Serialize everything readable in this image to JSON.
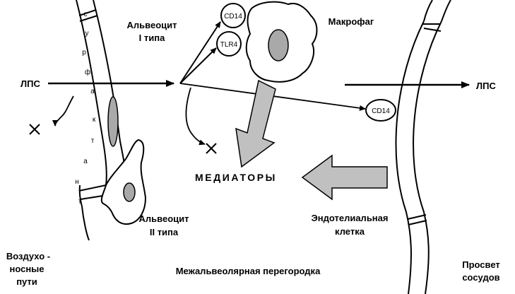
{
  "labels": {
    "lps_left": "ЛПС",
    "lps_right": "ЛПС",
    "alveocyte1_l1": "Альвеоцит",
    "alveocyte1_l2": "I типа",
    "alveocyte2_l1": "Альвеоцит",
    "alveocyte2_l2": "II типа",
    "macrophage": "Макрофаг",
    "cd14_top": "CD14",
    "tlr4": "TLR4",
    "cd14_endo": "CD14",
    "mediators": "МЕДИАТОРЫ",
    "endothelial_l1": "Эндотелиальная",
    "endothelial_l2": "клетка",
    "airways_l1": "Воздухо -",
    "airways_l2": "носные",
    "airways_l3": "пути",
    "septum": "Межальвеолярная перегородка",
    "vessel_l1": "Просвет",
    "vessel_l2": "сосудов",
    "surfactant_letters": [
      "с",
      "у",
      "р",
      "ф",
      "а",
      "к",
      "т",
      "а",
      "н",
      "т"
    ]
  },
  "colors": {
    "ink": "#000000",
    "nucleus": "#a9a9a9",
    "mediator_arrow": "#c0c0c0"
  }
}
